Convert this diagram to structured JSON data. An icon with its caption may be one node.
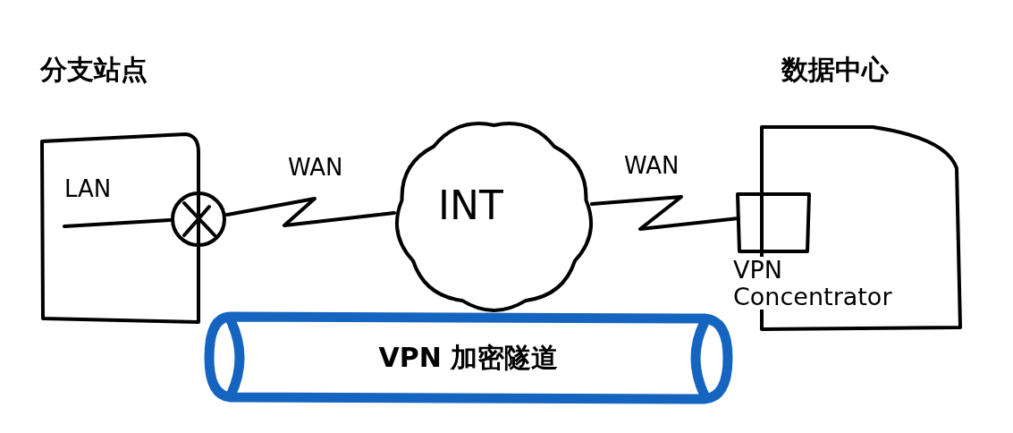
{
  "diagram": {
    "nodes": [
      {
        "text": [
          "分支站点"
        ]
      },
      {
        "text": [],
        "shape": "circle"
      },
      {
        "text": [
          "INT"
        ]
      },
      {
        "text": [
          "数据中心"
        ]
      },
      {
        "text": [
          "VPN Concentrator"
        ],
        "in": 3
      },
      {
        "text": [
          "VPN 加密隧道"
        ]
      }
    ],
    "edges": [
      {
        "from": 0,
        "to": 1,
        "arrow": "none",
        "label": "LAN"
      },
      {
        "from": 1,
        "to": 2,
        "arrow": "none",
        "label": "WAN"
      },
      {
        "from": 2,
        "to": 4,
        "arrow": "none",
        "label": "WAN"
      }
    ]
  }
}
